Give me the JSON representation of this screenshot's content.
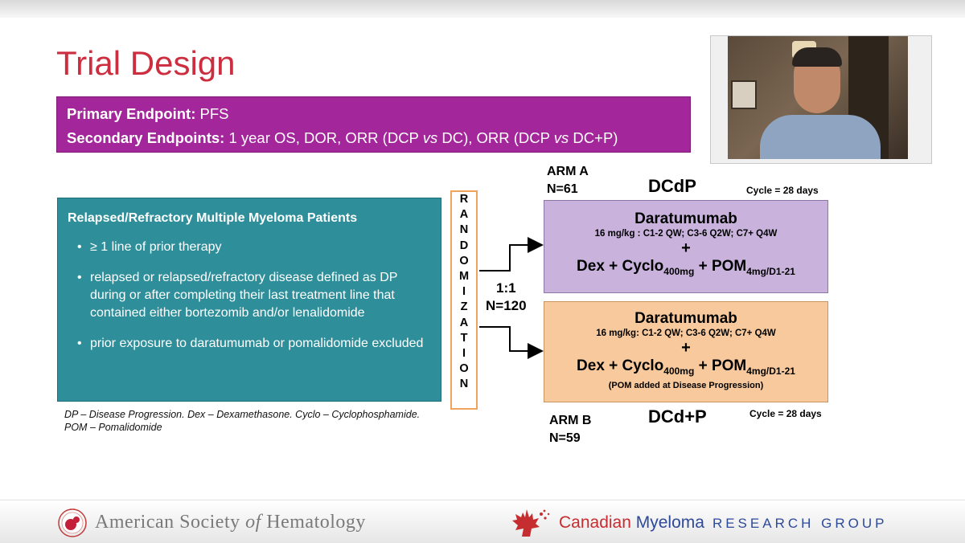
{
  "slide": {
    "title": "Trial Design",
    "endpoints": {
      "primary_label": "Primary Endpoint:",
      "primary_value": "PFS",
      "secondary_label": "Secondary Endpoints:",
      "secondary_value_1": "1 year OS, DOR, ORR (DCP ",
      "vs_1": "vs",
      "secondary_value_2": " DC), ORR (DCP ",
      "vs_2": "vs",
      "secondary_value_3": " DC+P)"
    },
    "patients": {
      "heading": "Relapsed/Refractory Multiple Myeloma Patients",
      "bullets": [
        "≥ 1 line of prior therapy",
        "relapsed or relapsed/refractory disease defined as DP during or after completing their last treatment line that contained either bortezomib and/or lenalidomide",
        "prior exposure to daratumumab or pomalidomide excluded"
      ]
    },
    "footnote_line_1": "DP – Disease Progression. Dex – Dexamethasone. Cyclo – Cyclophosphamide.",
    "footnote_line_2": "POM – Pomalidomide",
    "randomization_letters": [
      "R",
      "A",
      "N",
      "D",
      "O",
      "M",
      "I",
      "Z",
      "A",
      "T",
      "I",
      "O",
      "N"
    ],
    "ratio": "1:1",
    "total_n": "N=120",
    "arm_a": {
      "label": "ARM A",
      "n": "N=61",
      "regimen": "DCdP",
      "cycle": "Cycle = 28 days",
      "drug": "Daratumumab",
      "dose": "16 mg/kg : C1-2 QW; C3-6 Q2W; C7+ Q4W",
      "plus": "+",
      "combo_1": "Dex + Cyclo",
      "combo_sub_1": "400mg",
      "combo_2": " + POM",
      "combo_sub_2": "4mg/D1-21"
    },
    "arm_b": {
      "label": "ARM B",
      "n": "N=59",
      "regimen": "DCd+P",
      "cycle": "Cycle = 28 days",
      "drug": "Daratumumab",
      "dose": "16 mg/kg: C1-2 QW; C3-6 Q2W; C7+ Q4W",
      "plus": "+",
      "combo_1": "Dex + Cyclo",
      "combo_sub_1": "400mg",
      "combo_2": " + POM",
      "combo_sub_2": "4mg/D1-21",
      "note": "(POM added at Disease Progression)"
    }
  },
  "footer": {
    "ash_1": "American Society ",
    "ash_of": "of",
    "ash_2": " Hematology",
    "cmrg_1": "Canadian",
    "cmrg_2": " Myeloma",
    "cmrg_3": "RESEARCH GROUP"
  },
  "colors": {
    "title": "#cc2e3f",
    "endpoint_box": "#a3269b",
    "patients_box": "#2e8e9a",
    "arm_a_box": "#c9b3dd",
    "arm_b_box": "#f7c99c",
    "randomization_border": "#f0a35a"
  }
}
